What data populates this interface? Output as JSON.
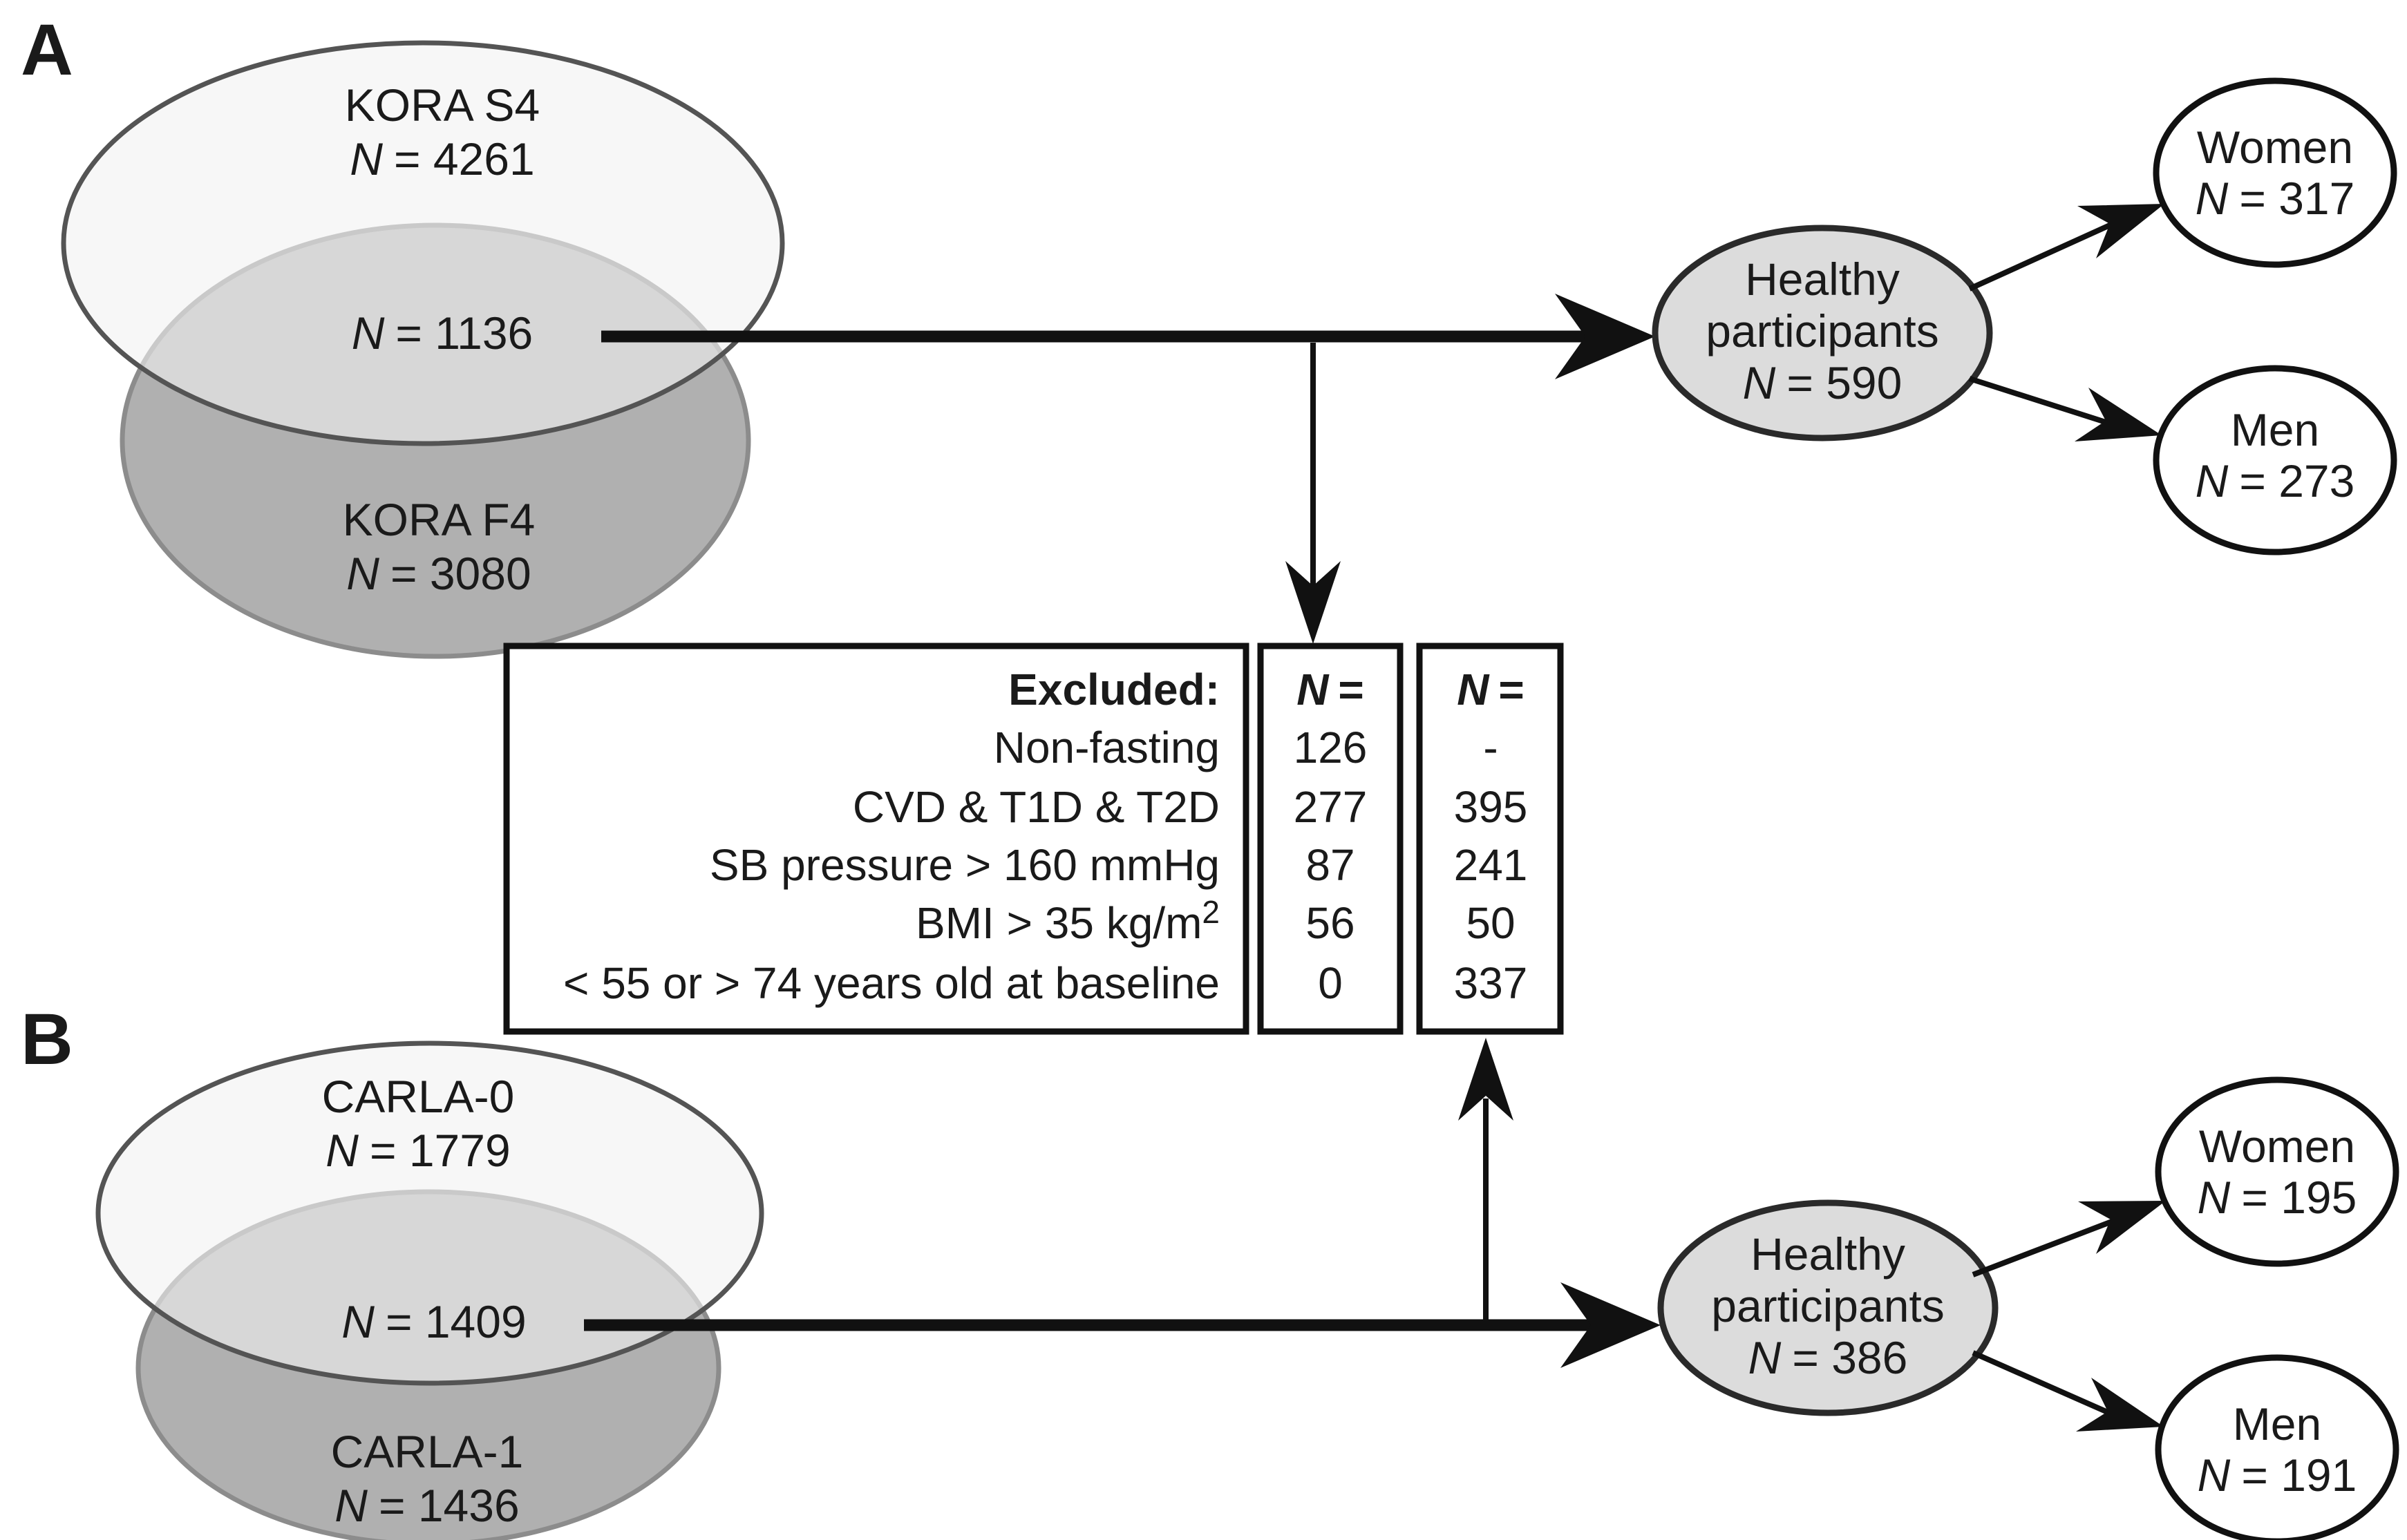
{
  "panel_a": {
    "label": "A",
    "venn": {
      "set1": {
        "name": "KORA S4",
        "n": "N",
        "value": "= 4261"
      },
      "set2": {
        "name": "KORA F4",
        "n": "N",
        "value": "= 3080"
      },
      "overlap": {
        "n": "N",
        "value": "= 1136"
      }
    },
    "healthy": {
      "line1": "Healthy",
      "line2": "participants",
      "n": "N",
      "value": "= 590"
    },
    "women": {
      "label": "Women",
      "n": "N",
      "value": "= 317"
    },
    "men": {
      "label": "Men",
      "n": "N",
      "value": "= 273"
    }
  },
  "panel_b": {
    "label": "B",
    "venn": {
      "set1": {
        "name": "CARLA-0",
        "n": "N",
        "value": "= 1779"
      },
      "set2": {
        "name": "CARLA-1",
        "n": "N",
        "value": "= 1436"
      },
      "overlap": {
        "n": "N",
        "value": "= 1409"
      }
    },
    "healthy": {
      "line1": "Healthy",
      "line2": "participants",
      "n": "N",
      "value": "= 386"
    },
    "women": {
      "label": "Women",
      "n": "N",
      "value": "= 195"
    },
    "men": {
      "label": "Men",
      "n": "N",
      "value": "= 191"
    }
  },
  "exclusion_table": {
    "header": "Excluded:",
    "col_a_header": {
      "n": "N",
      "eq": "="
    },
    "col_b_header": {
      "n": "N",
      "eq": "="
    },
    "rows": [
      {
        "label": "Non-fasting",
        "col_a": "126",
        "col_b": "-"
      },
      {
        "label": "CVD & T1D & T2D",
        "col_a": "277",
        "col_b": "395"
      },
      {
        "label": "SB pressure > 160 mmHg",
        "col_a": "87",
        "col_b": "241"
      },
      {
        "label": "BMI > 35 kg/m",
        "label_sup": "2",
        "col_a": "56",
        "col_b": "50"
      },
      {
        "label": "< 55 or > 74 years old at baseline",
        "col_a": "0",
        "col_b": "337"
      }
    ]
  },
  "colors": {
    "background": "#ffffff",
    "venn_top_fill": "#f2f2f2",
    "venn_bottom_fill": "#b0b0b0",
    "overlap_tone": "#d8d8d8",
    "healthy_fill": "#dcdcdc",
    "node_fill": "#ffffff",
    "arrow": "#111111",
    "text": "#1a1a1a"
  }
}
